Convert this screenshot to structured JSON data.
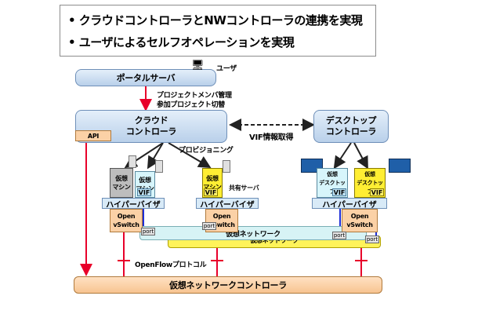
{
  "header": {
    "bullet1": "• クラウドコントローラとNWコントローラの連携を実現",
    "bullet2": "• ユーザによるセルフオペレーションを実現"
  },
  "user_label": "ユーザ",
  "portal_server": "ポータルサーバ",
  "portal_note1": "プロジェクトメンバ管理",
  "portal_note2": "参加プロジェクト切替",
  "cloud_controller": "クラウド\nコントローラ",
  "api_label": "API",
  "vif_info": "VIF情報取得",
  "desktop_controller": "デスクトップ\nコントローラ",
  "provisioning": "プロビジョニング",
  "shared_server": "共有サーバ",
  "vm1": "仮想\nマシン",
  "vm2": "仮想\nマシン",
  "vm3": "仮想\nマシン",
  "vd1": "仮想\nデスクトップ",
  "vd2": "仮想\nデスクトップ",
  "vif": "VIF",
  "hypervisor": "ハイパーバイザ",
  "ovs": "Open\nvSwitch",
  "port": "port",
  "virtual_network": "仮想ネットワーク",
  "virtual_network_back": "仮想ネットワーク",
  "openflow": "OpenFlowプロトコル",
  "nw_controller": "仮想ネットワークコントローラ",
  "colors": {
    "red_arrow": "#e8002a",
    "blue_line": "#1f2fd8",
    "yellow": "#ffee33",
    "orange": "#fbd1a6",
    "cyan": "#d7f3f5"
  },
  "icons": [
    "user-pc-icon",
    "server-icon",
    "desktop-screen-icon"
  ]
}
